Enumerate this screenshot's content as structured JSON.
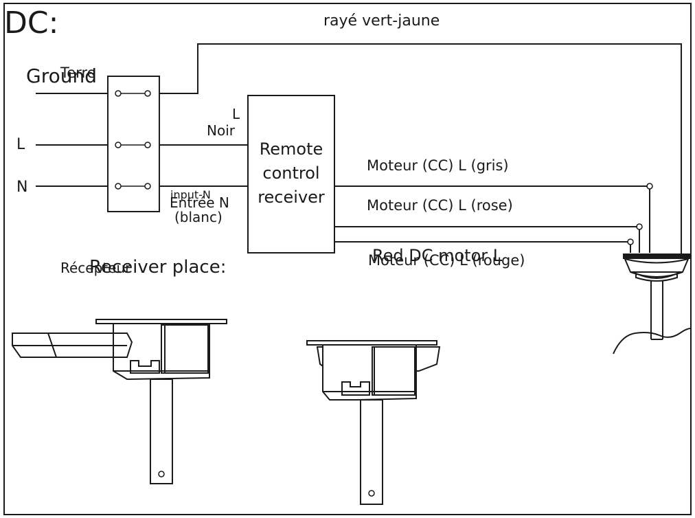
{
  "title": "DC:",
  "labels": {
    "stripe": "rayé vert-jaune",
    "terre": "Terre",
    "ground": "Ground",
    "l_line": "L",
    "n_line": "N",
    "l_receiver": "L",
    "noir": "Noir",
    "input_n": "input-N",
    "entree_n": "Entrée N",
    "blanc": "(blanc)",
    "receiver_box": [
      "Remote",
      "control",
      "receiver"
    ],
    "moteur_gris": "Moteur (CC) L (gris)",
    "moteur_rose": "Moteur (CC) L (rose)",
    "red_dc": "Red DC motor L",
    "moteur_rouge": "Moteur (CC) L (rouge)",
    "recepteur": "Récepteur",
    "receiver_place": "Receiver place:"
  },
  "colors": {
    "line": "#1a1a1a",
    "background": "#ffffff"
  }
}
